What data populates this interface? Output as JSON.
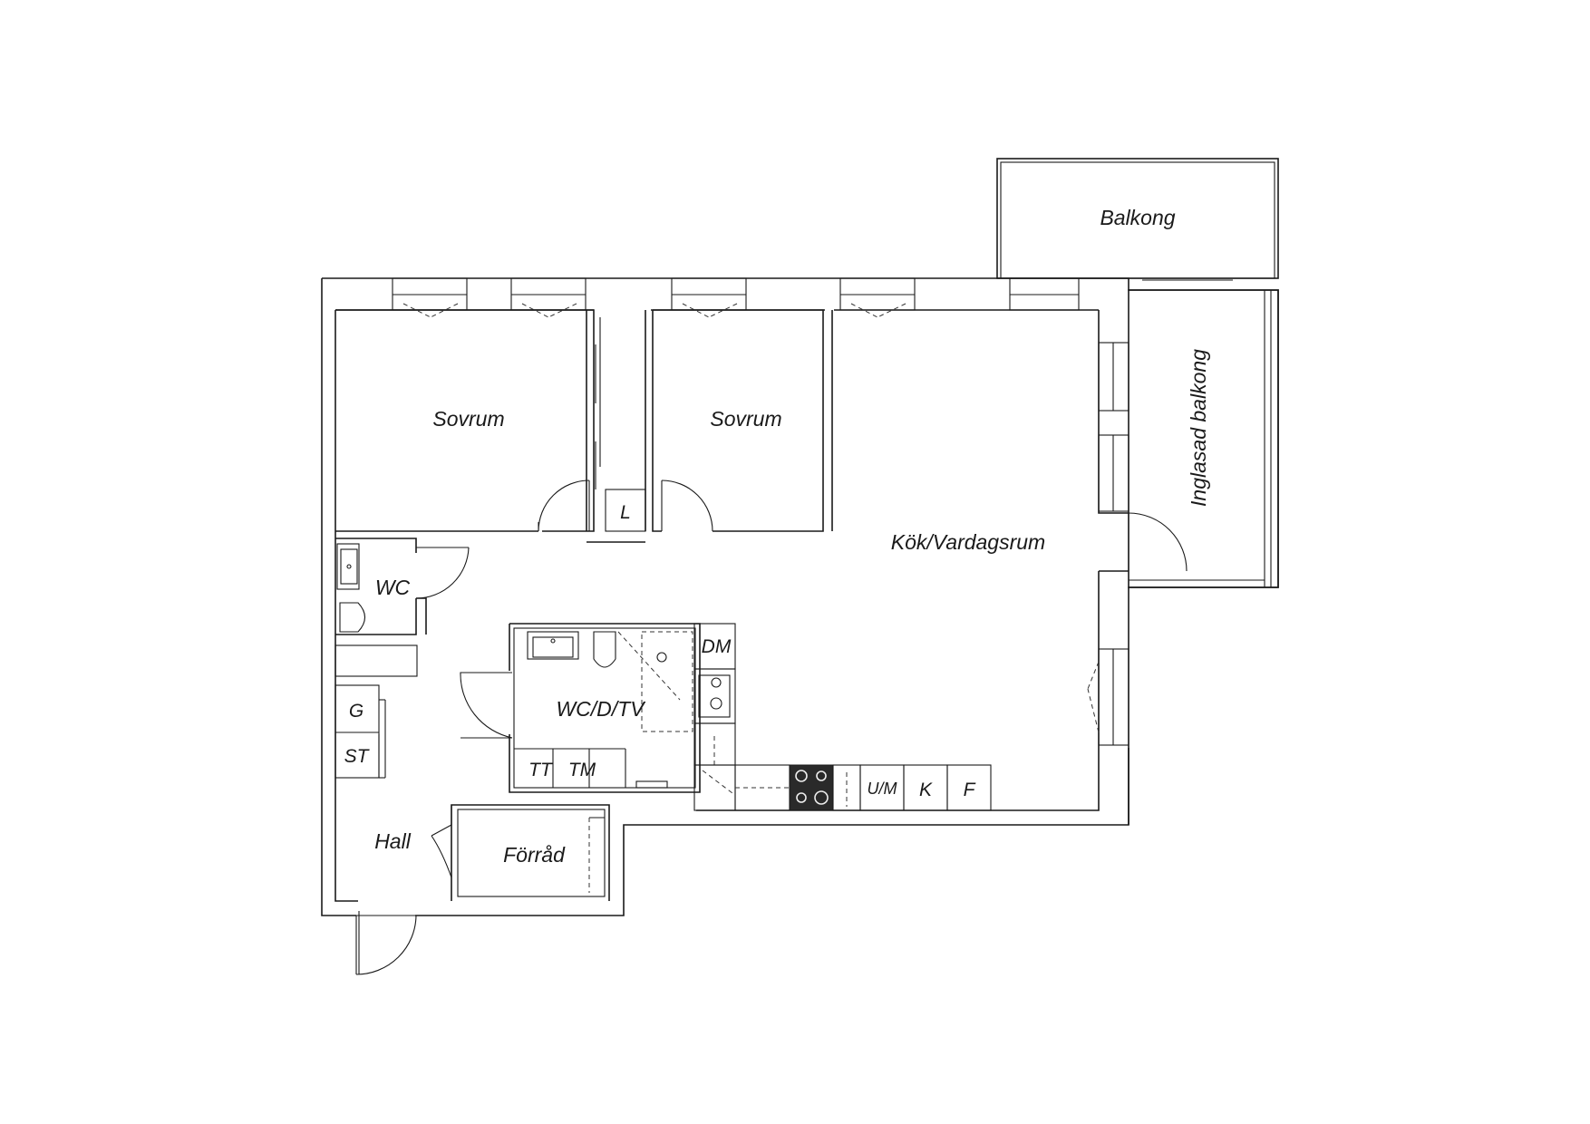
{
  "plan": {
    "rooms": {
      "balkong": "Balkong",
      "inglasad_balkong": "Inglasad balkong",
      "sovrum_1": "Sovrum",
      "sovrum_2": "Sovrum",
      "kok_vardagsrum": "Kök/Vardagsrum",
      "wc": "WC",
      "wc_d_tv": "WC/D/TV",
      "hall": "Hall",
      "forrad": "Förråd"
    },
    "fixtures": {
      "linen": "L",
      "dm": "DM",
      "g": "G",
      "st": "ST",
      "tt": "TT",
      "tm": "TM",
      "um": "U/M",
      "k": "K",
      "f": "F"
    }
  }
}
